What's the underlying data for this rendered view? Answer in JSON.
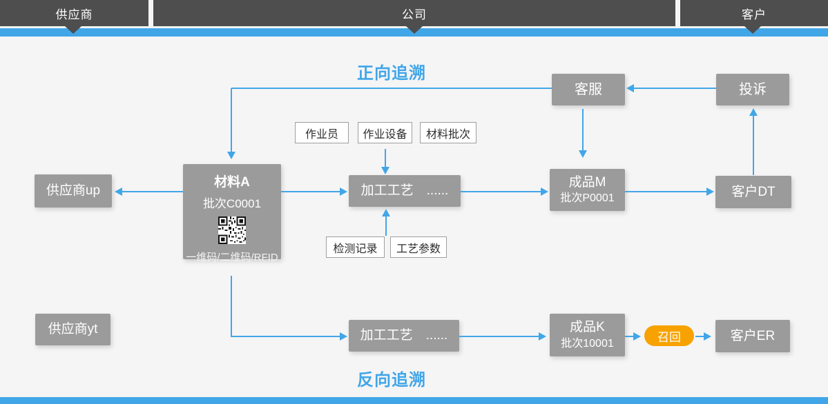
{
  "header": {
    "sections": [
      "供应商",
      "公司",
      "客户"
    ]
  },
  "titles": {
    "forward": "正向追溯",
    "backward": "反向追溯"
  },
  "nodes": {
    "customer_service": "客服",
    "complaint": "投诉",
    "operator": "作业员",
    "equipment": "作业设备",
    "material_batch": "材料批次",
    "material_a": {
      "name": "材料A",
      "batch": "批次C0001",
      "codes": "一维码/二维码/RFID"
    },
    "supplier_up": "供应商up",
    "process_top": "加工工艺　......",
    "product_m": {
      "name": "成品M",
      "batch": "批次P0001"
    },
    "customer_dt": "客户DT",
    "inspection_record": "检测记录",
    "process_params": "工艺参数",
    "supplier_yt": "供应商yt",
    "process_bottom": "加工工艺　......",
    "product_k": {
      "name": "成品K",
      "batch": "批次10001"
    },
    "recall": "召回",
    "customer_er": "客户ER"
  },
  "colors": {
    "accent_blue": "#41a6e8",
    "header_gray": "#4e4e4e",
    "box_gray": "#9b9b9b",
    "recall_orange": "#f7a200"
  }
}
